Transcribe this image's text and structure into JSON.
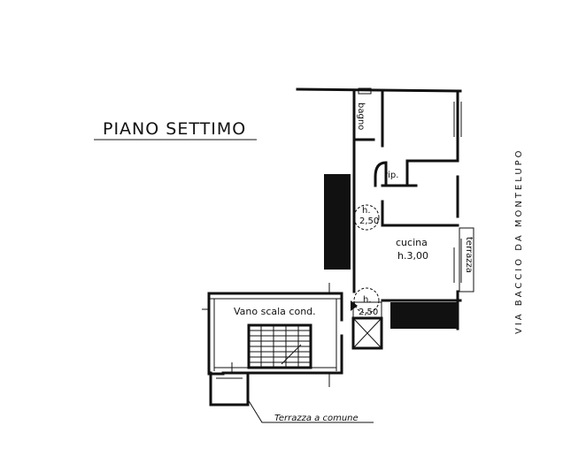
{
  "title": "PIANO SETTIMO",
  "street": "VIA BACCIO DA MONTELUPO",
  "rooms": {
    "bagno": "bagno",
    "rip": "rip.",
    "cucina": "cucina",
    "cucina_height": "h.3,00",
    "terrazza": "terrazza",
    "vano_scala": "Vano scala cond.",
    "terrazza_comune": "Terrazza a comune"
  },
  "heights": {
    "h_label": "h.",
    "h_value": "2,50"
  },
  "colors": {
    "ink": "#111111",
    "paper": "#ffffff"
  }
}
